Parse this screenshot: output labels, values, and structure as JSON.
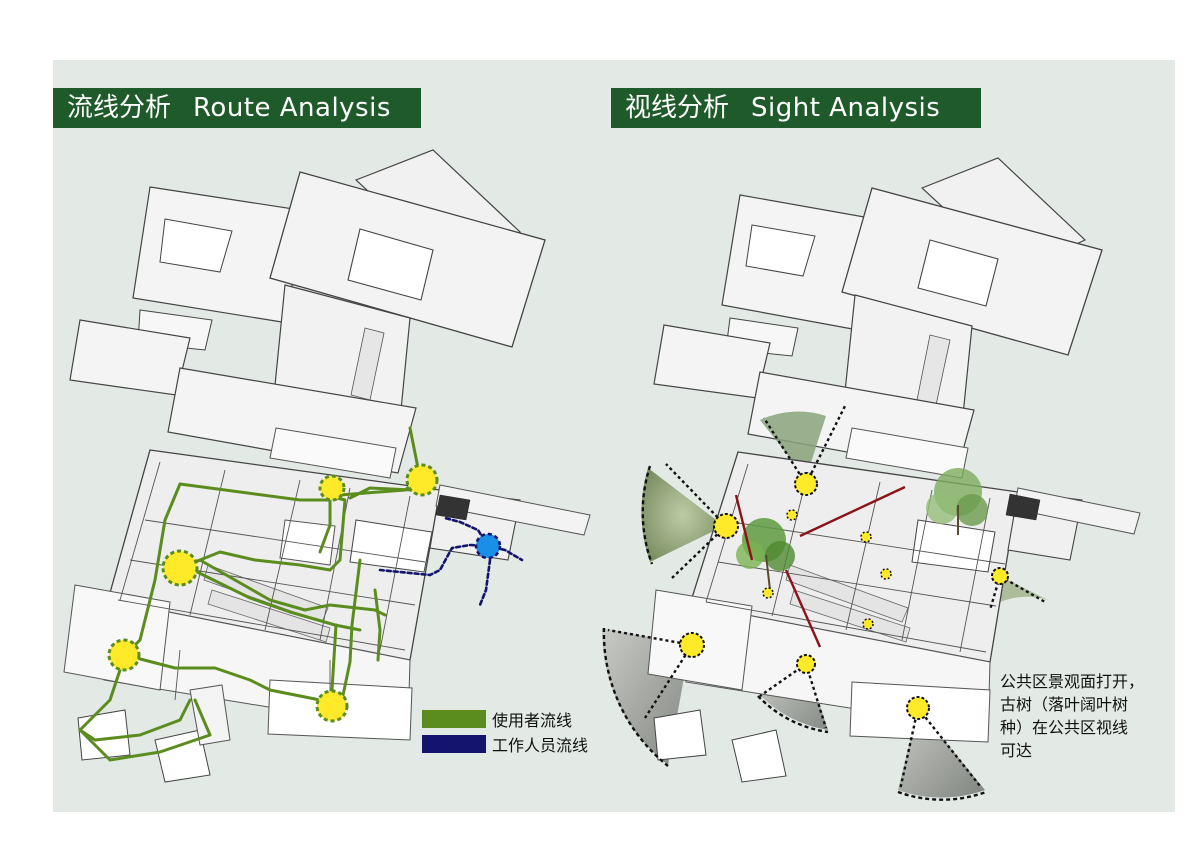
{
  "panels": {
    "route": {
      "title_cn": "流线分析",
      "title_en": "Route Analysis"
    },
    "sight": {
      "title_cn": "视线分析",
      "title_en": "Sight Analysis"
    }
  },
  "legend": [
    {
      "label": "使用者流线",
      "color": "#5b8c1e"
    },
    {
      "label": "工作人员流线",
      "color": "#14146e"
    }
  ],
  "annotation": {
    "lines": [
      "公共区景观面打开，",
      "古树（落叶阔叶树",
      "种）在公共区视线",
      "可达"
    ]
  },
  "colors": {
    "title_bg": "#1f5a2a",
    "user_route": "#5b8c1e",
    "staff_route": "#14146e",
    "node_yellow": "#ffea2a",
    "node_blue": "#1a8fe8",
    "sight_line": "#8b1418",
    "background": "#e3e9e5"
  }
}
